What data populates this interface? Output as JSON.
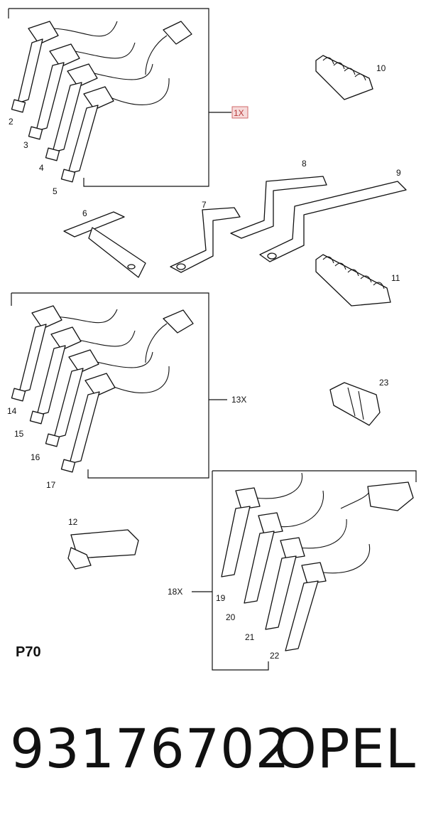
{
  "diagram": {
    "page_code": "P70",
    "callouts": {
      "c1": "2",
      "c2": "3",
      "c3": "4",
      "c4": "5",
      "c5": "1X",
      "c6": "6",
      "c7": "7",
      "c8": "8",
      "c9": "9",
      "c10": "10",
      "c11": "11",
      "c12": "14",
      "c13": "15",
      "c14": "16",
      "c15": "17",
      "c16": "13X",
      "c17": "23",
      "c18": "12",
      "c19": "18X",
      "c20": "19",
      "c21": "20",
      "c22": "21",
      "c23": "22"
    },
    "highlight_color": "#d06a6a"
  },
  "footer": {
    "part_number": "93176702",
    "brand": "OPEL"
  }
}
